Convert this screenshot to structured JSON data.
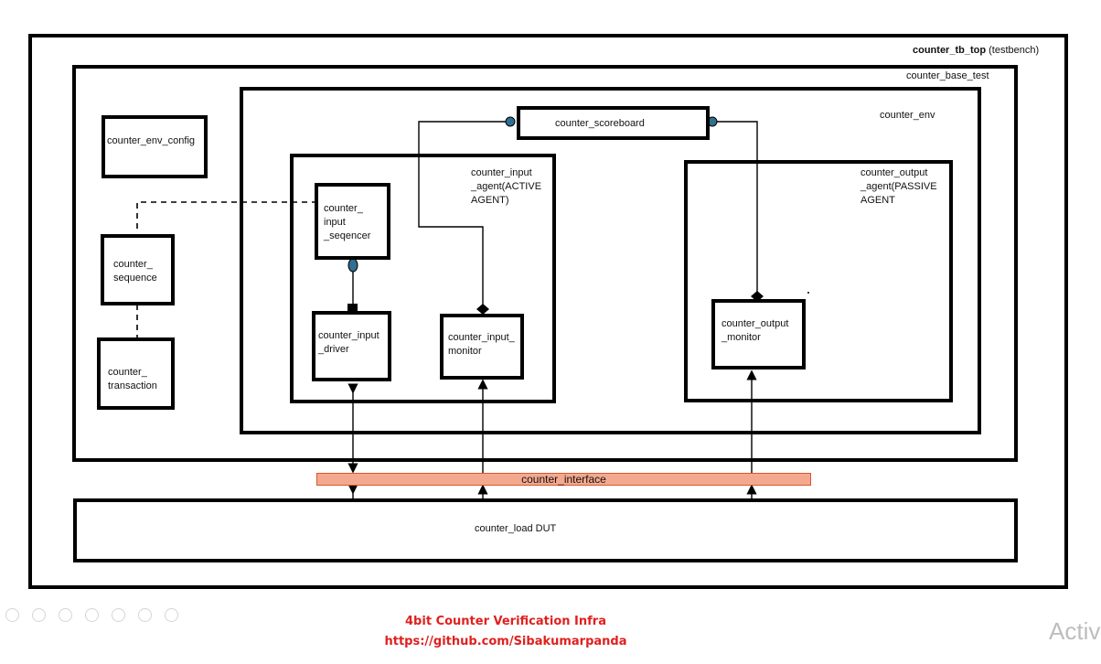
{
  "blocks": {
    "tb_top": "counter_tb_top",
    "tb_top_suffix": "(testbench)",
    "base_test": "counter_base_test",
    "env": "counter_env",
    "env_config": "counter_env_config",
    "scoreboard": "counter_scoreboard",
    "input_agent": "counter_input\n_agent(ACTIVE\nAGENT)",
    "output_agent": "counter_output\n_agent(PASSIVE\nAGENT",
    "sequencer": "counter_\ninput\n_seqencer",
    "sequence": "counter_\nsequence",
    "transaction": "counter_\ntransaction",
    "input_driver": "counter_input\n_driver",
    "input_monitor": "counter_input_\nmonitor",
    "output_monitor": "counter_output\n_monitor",
    "interface": "counter_interface",
    "dut": "counter_load DUT"
  },
  "caption": {
    "title": "4bit Counter Verification Infra",
    "url": "https://github.com/Sibakumarpanda"
  },
  "overlay": {
    "activate_text": "Activ"
  },
  "colors": {
    "border": "#000000",
    "interface_fill": "#f4a98f",
    "interface_border": "#d9562e",
    "connector_fill": "#2f6f8f",
    "caption": "#e0201f"
  }
}
